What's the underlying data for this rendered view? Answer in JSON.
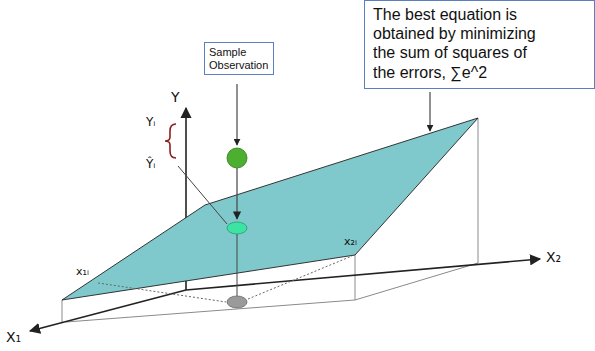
{
  "diagram": {
    "nodes": [
      {
        "text": [
          "The best equation is obtained by minimizing the sum of squares of the errors, ∑e^2"
        ]
      },
      {
        "text": [
          "Sample Observation"
        ]
      }
    ],
    "labels": [
      "Y",
      "Yᵢ",
      "Ŷᵢ",
      "x₂ᵢ",
      "X₂",
      "x₁ᵢ",
      "X₁"
    ]
  }
}
